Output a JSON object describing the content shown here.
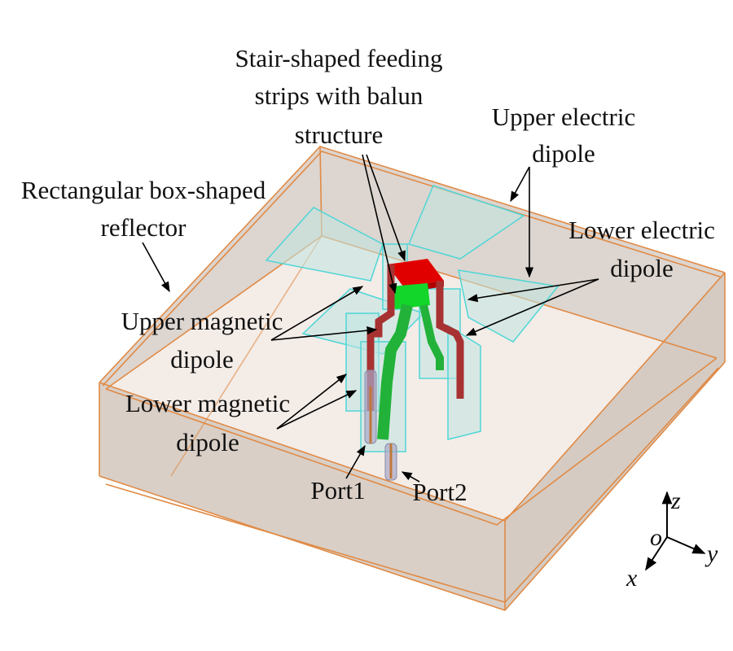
{
  "figure": {
    "labels": {
      "feeding_strips": [
        "Stair-shaped feeding",
        "strips with balun",
        "structure"
      ],
      "reflector": [
        "Rectangular box-shaped",
        "reflector"
      ],
      "upper_electric": [
        "Upper electric",
        "dipole"
      ],
      "lower_electric": [
        "Lower electric",
        "dipole"
      ],
      "upper_magnetic": [
        "Upper magnetic",
        "dipole"
      ],
      "lower_magnetic": [
        "Lower magnetic",
        "dipole"
      ],
      "port1": "Port1",
      "port2": "Port2"
    },
    "axes": {
      "origin": "o",
      "x": "x",
      "y": "y",
      "z": "z"
    },
    "colors": {
      "reflector_edge": "#e08a45",
      "reflector_wall": "#d9d0c8",
      "reflector_floor": "#f4ece7",
      "dipole_edge": "#4fd6d6",
      "dipole_fill": "#bfe6e2",
      "feed_red": "#e00000",
      "feed_dark_red": "#9a2a2a",
      "feed_green": "#22c23a",
      "coax": "#a0a0c0"
    }
  }
}
